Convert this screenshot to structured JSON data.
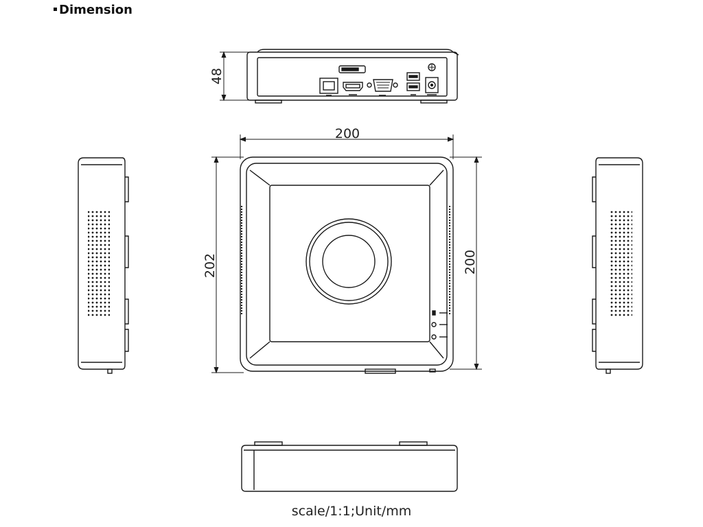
{
  "heading": {
    "title": "Dimension"
  },
  "dimensions": {
    "height": "48",
    "width_top": "200",
    "depth_left": "202",
    "depth_right": "200"
  },
  "caption": "scale/1:1;Unit/mm"
}
